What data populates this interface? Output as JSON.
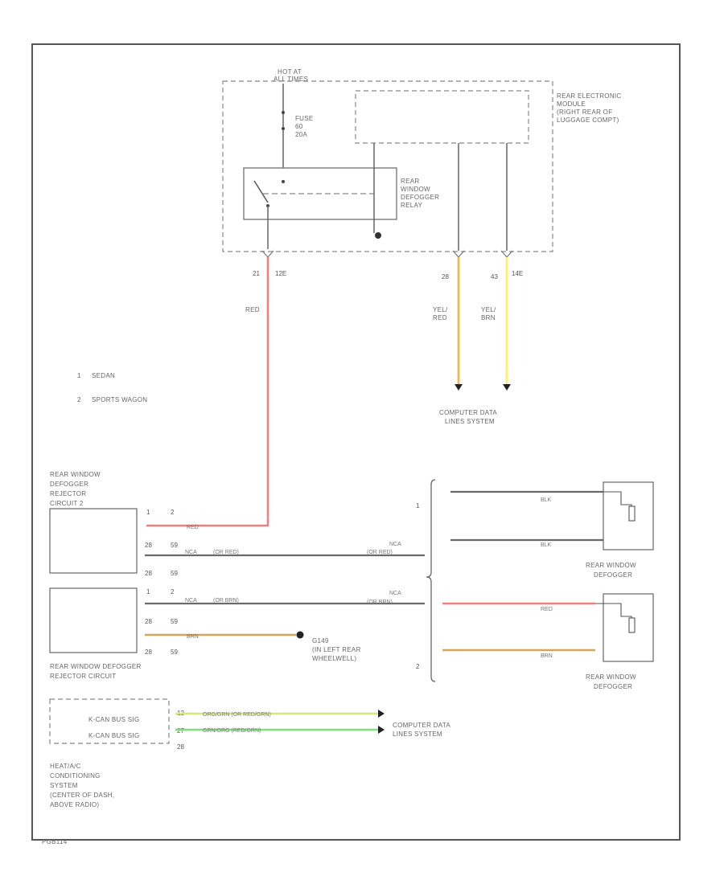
{
  "labels": {
    "hot_at": "HOT AT",
    "all_times": "ALL TIMES",
    "fuse": "FUSE",
    "fuse_num": "60",
    "fuse_amp": "20A",
    "relay_1": "REAR",
    "relay_2": "WINDOW",
    "relay_3": "DEFOGGER",
    "relay_4": "RELAY",
    "rem_1": "REAR ELECTRONIC",
    "rem_2": "MODULE",
    "rem_3": "(RIGHT REAR OF",
    "rem_4": "LUGGAGE COMPT)",
    "pin_relay_a": "21",
    "pin_relay_b": "12E",
    "pin_can1_a": "28",
    "pin_can2_a": "43",
    "pin_can2_b": "14E",
    "wire_red_top": "RED",
    "wire_yel_red_1": "YEL/",
    "wire_yel_red_2": "RED",
    "wire_yel_brn_1": "YEL/",
    "wire_yel_brn_2": "BRN",
    "cdl_top_1": "COMPUTER DATA",
    "cdl_top_2": "LINES SYSTEM",
    "legend_1_num": "1",
    "legend_1_txt": "SEDAN",
    "legend_2_num": "2",
    "legend_2_txt": "SPORTS WAGON",
    "sel2_1": "REAR WINDOW",
    "sel2_2": "DEFOGGER",
    "sel2_3": "REJECTOR",
    "sel2_4": "CIRCUIT 2",
    "sel1_1": "REAR WINDOW DEFOGGER",
    "sel1_2": "REJECTOR CIRCUIT",
    "p1": "1",
    "p2": "2",
    "p28a": "28",
    "p5a": "59",
    "p28b": "28",
    "p5b": "59",
    "p1b": "1",
    "p2b": "2",
    "p28c": "28",
    "p5c": "59",
    "p28d": "28",
    "p5d": "59",
    "w_red_s": "RED",
    "w_nca_1": "NCA",
    "w_lr_1": "(OR RED)",
    "w_nca_2": "NCA",
    "w_lr_2": "(OR BRN)",
    "w_brn_s": "BRN",
    "ncar_1": "NCA",
    "ncar_1b": "(OR RED)",
    "ncar_2": "NCA",
    "ncar_2b": "(OR BRN)",
    "ground_1": "G149",
    "ground_2": "(IN LEFT REAR",
    "ground_3": "WHEELWELL)",
    "bracket_1": "1",
    "bracket_2": "2",
    "w_blk_1": "BLK",
    "w_blk_2": "BLK",
    "w_red_r": "RED",
    "w_brn_r": "BRN",
    "def1_1": "REAR WINDOW",
    "def1_2": "DEFOGGER",
    "def2_1": "REAR WINDOW",
    "def2_2": "DEFOGGER",
    "hvac_can_h": "K-CAN BUS SIG",
    "hvac_can_l": "K-CAN BUS SIG",
    "hvac_p_a": "12",
    "hvac_p_b": "27",
    "hvac_p_c": "28",
    "w_org_grn": "ORG/GRN  (OR RED/GRN)",
    "w_grn_org": "GRN/ORG (RED/GRN)",
    "cdl_bot_1": "COMPUTER DATA",
    "cdl_bot_2": "LINES SYSTEM",
    "hvac_1": "HEAT/A/C",
    "hvac_2": "CONDITIONING",
    "hvac_3": "SYSTEM",
    "hvac_4": "(CENTER OF DASH,",
    "hvac_5": "ABOVE RADIO)",
    "footer_id": "PGB114"
  },
  "colors": {
    "wire_red": "#f08080",
    "wire_yellow": "#ffee70",
    "wire_orange_yellow": "#f5b84a",
    "wire_brown": "#d7a55a",
    "wire_green": "#7fe07a",
    "wire_yellow_green": "#d8e67a",
    "wire_gray": "#6a6a6a"
  }
}
